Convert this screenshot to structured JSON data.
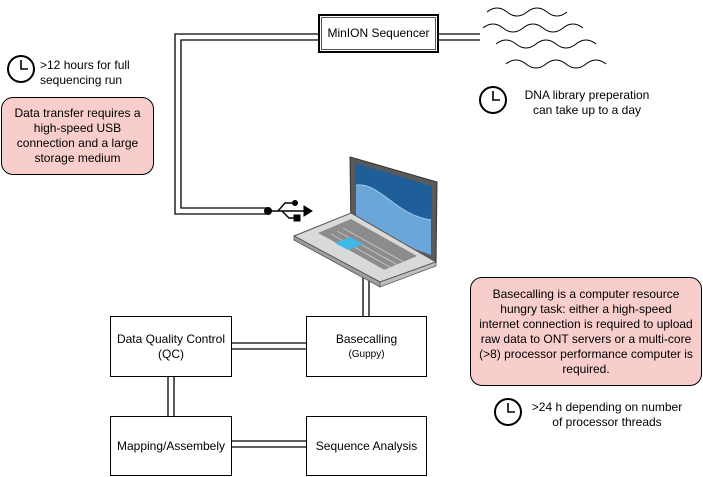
{
  "sequencer": {
    "label": "MinION Sequencer"
  },
  "time_notes": {
    "sequencing_run": {
      "line1": ">12 hours for full",
      "line2": "sequencing run"
    },
    "library_prep": {
      "line1": "DNA library preperation",
      "line2": "can take up to a day"
    },
    "basecalling_time": {
      "line1": ">24 h depending on number",
      "line2": "of processor threads"
    }
  },
  "notes": {
    "data_transfer": "Data transfer requires a high-speed USB connection and a large storage medium",
    "basecalling_resources": "Basecalling is a computer resource hungry task: either a high-speed internet connection is required to upload raw data to ONT servers or a multi-core (>8) processor performance computer is required."
  },
  "steps": {
    "qc": {
      "line1": "Data Quality Control",
      "line2": "(QC)"
    },
    "basecalling": {
      "line1": "Basecalling",
      "line2": "(Guppy)"
    },
    "mapping": {
      "label": "Mapping/Assembely"
    },
    "sequence_analysis": {
      "label": "Sequence Analysis"
    }
  },
  "icons": [
    "clock-icon",
    "usb-icon",
    "laptop-icon",
    "dna-strands-icon"
  ],
  "colors": {
    "note_fill": "#f8cecc",
    "laptop_screen": "#1f5f99",
    "laptop_body": "#d9d9d9"
  }
}
